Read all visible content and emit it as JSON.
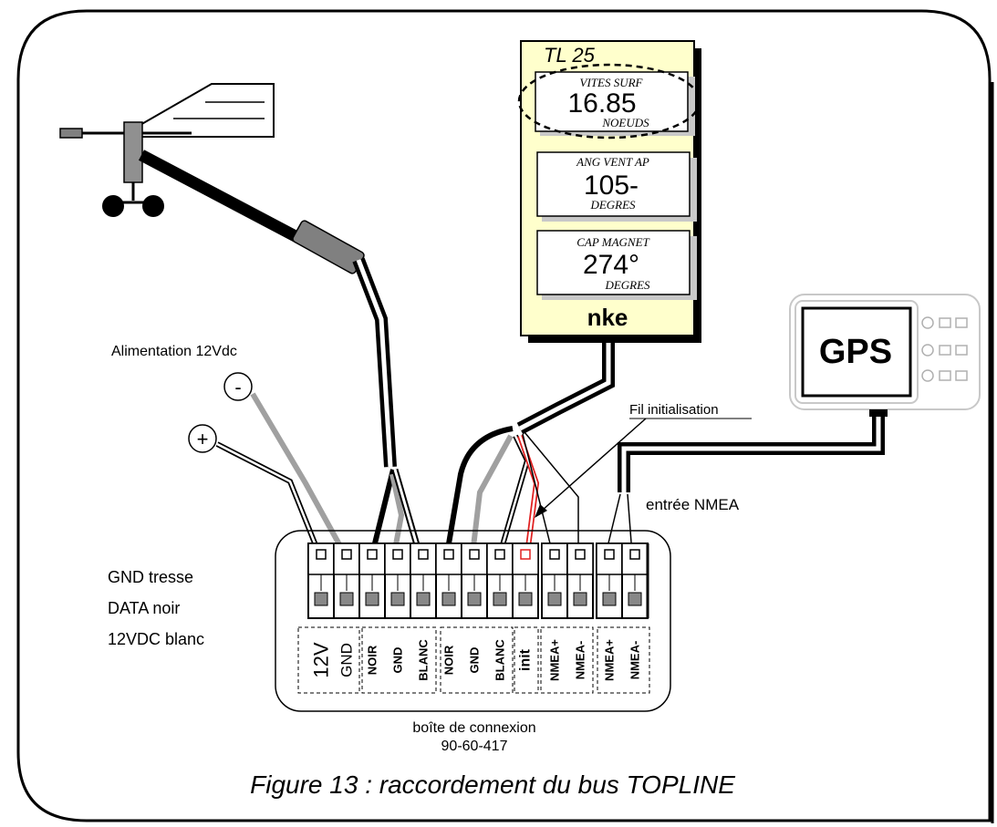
{
  "display": {
    "model": "TL 25",
    "brand": "nke",
    "panels": [
      {
        "label": "VITES  SURF",
        "value": "16.85",
        "unit": "NOEUDS"
      },
      {
        "label": "ANG VENT AP",
        "value": "105-",
        "unit": "DEGRES"
      },
      {
        "label": "CAP  MAGNET",
        "value": "274°",
        "unit": "DEGRES"
      }
    ]
  },
  "gps": {
    "label": "GPS"
  },
  "power": {
    "label": "Alimentation 12Vdc",
    "minus": "-",
    "plus": "+"
  },
  "wire_legend": [
    "GND  tresse",
    "DATA  noir",
    "12VDC  blanc"
  ],
  "labels": {
    "init_wire": "Fil initialisation",
    "nmea_input": "entrée NMEA",
    "box_name": "boîte de connexion",
    "box_ref": "90-60-417",
    "caption": "Figure 13 : raccordement du bus TOPLINE"
  },
  "terminal_groups": [
    {
      "items": [
        "12V",
        "GND"
      ]
    },
    {
      "items": [
        "NOIR",
        "GND",
        "BLANC"
      ]
    },
    {
      "items": [
        "NOIR",
        "GND",
        "BLANC"
      ]
    },
    {
      "items": [
        "init"
      ]
    },
    {
      "items": [
        "NMEA+",
        "NMEA-"
      ]
    },
    {
      "items": [
        "NMEA+",
        "NMEA-"
      ]
    }
  ],
  "colors": {
    "init_wire": "#e02020",
    "gnd_wire": "#a0a0a0",
    "display_bg": "#ffffcc",
    "gps_frame": "#c8c8c8"
  }
}
